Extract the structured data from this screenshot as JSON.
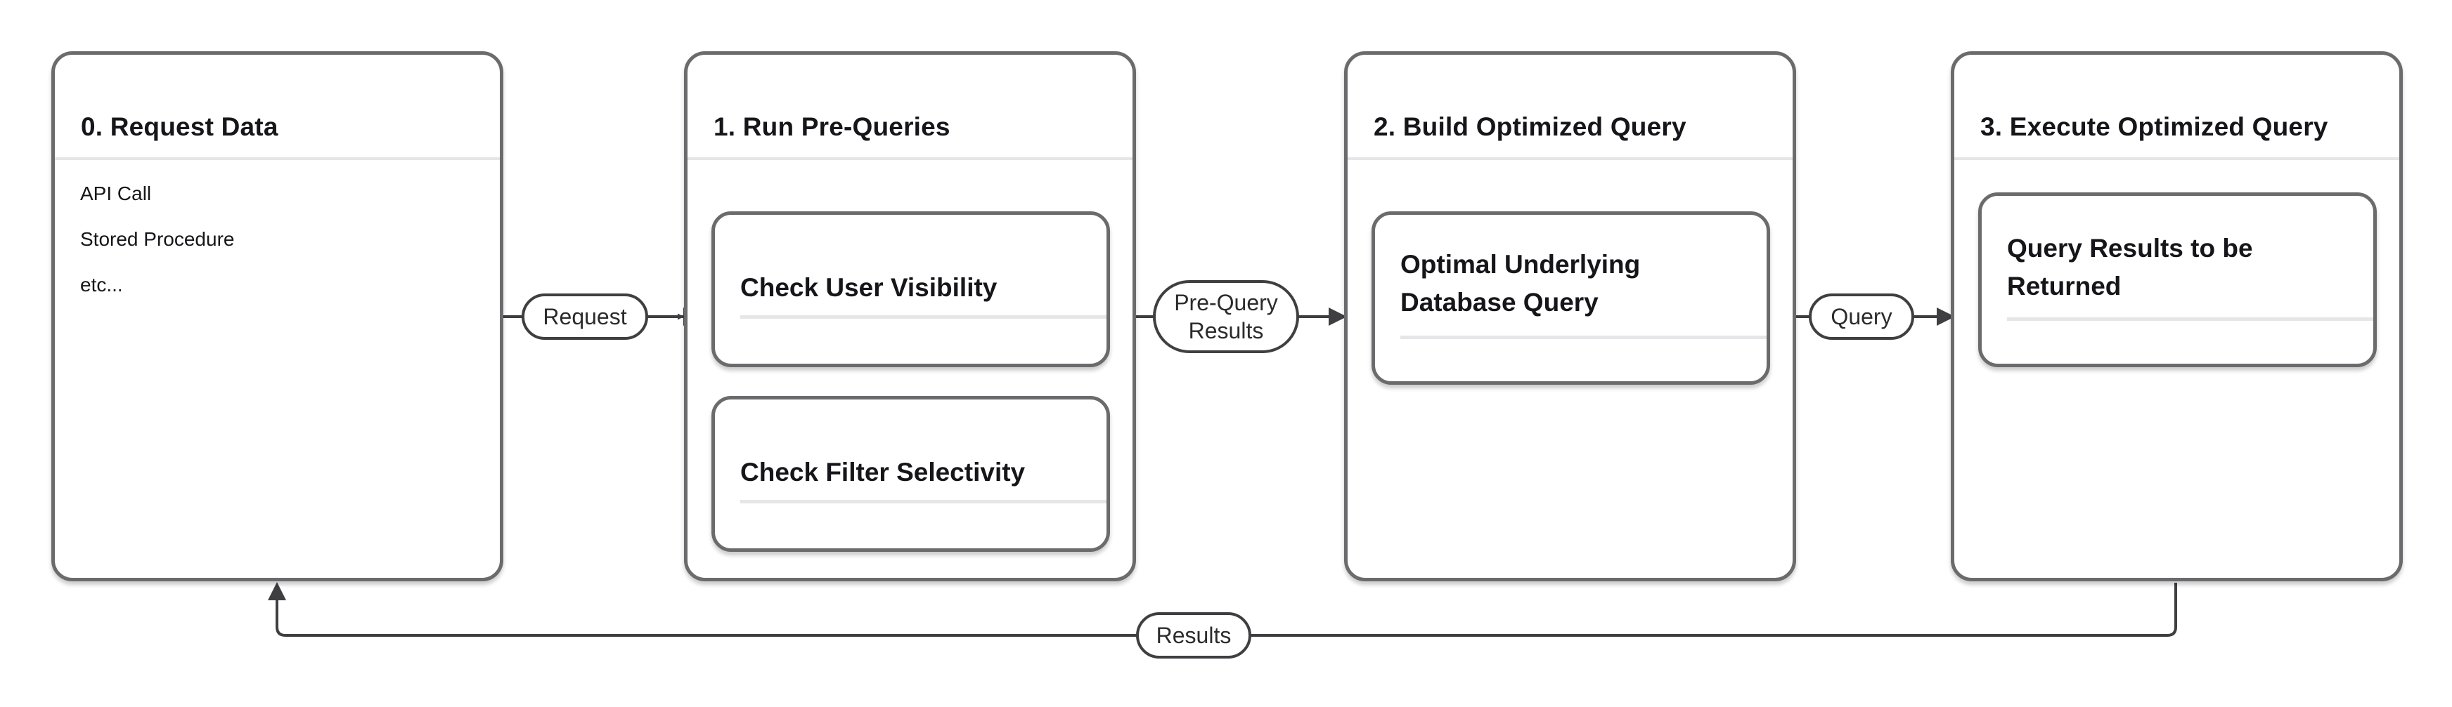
{
  "stages": [
    {
      "title": "0. Request Data",
      "details": [
        "API Call",
        "Stored Procedure",
        "etc..."
      ]
    },
    {
      "title": "1. Run Pre-Queries",
      "cards": [
        "Check User Visibility",
        "Check Filter Selectivity"
      ]
    },
    {
      "title": "2. Build Optimized Query",
      "cards": [
        "Optimal Underlying Database Query"
      ]
    },
    {
      "title": "3. Execute Optimized Query",
      "cards": [
        "Query Results to be Returned"
      ]
    }
  ],
  "connectors": {
    "request": "Request",
    "pre_query_results": "Pre-Query Results",
    "query": "Query",
    "results": "Results"
  },
  "colors": {
    "border": "#6b6b6d",
    "line": "#3f3f42",
    "rule": "#e6e6e8"
  }
}
